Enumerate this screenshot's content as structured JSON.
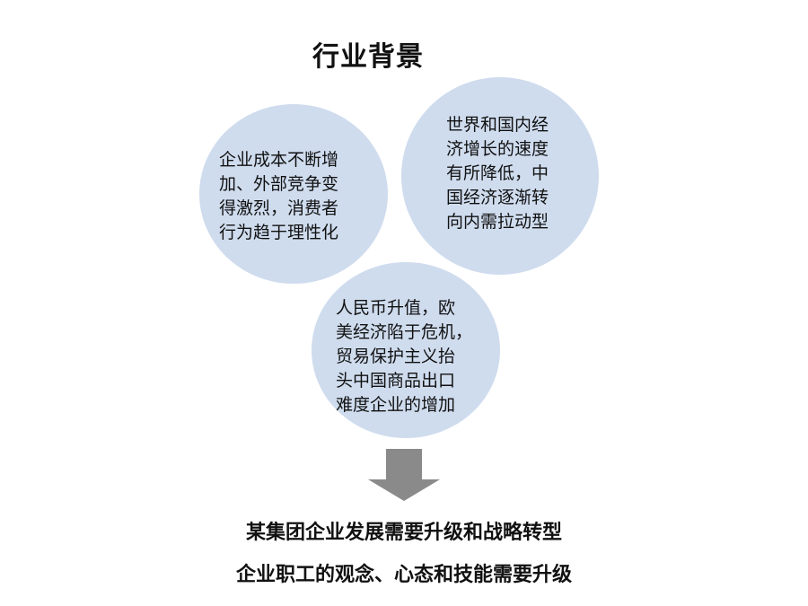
{
  "title": "行业背景",
  "circles": [
    {
      "text": "企业成本不断增\n加、外部竞争变\n得激烈，消费者\n行为趋于理性化"
    },
    {
      "text": "世界和国内经\n济增长的速度\n有所降低，中\n国经济逐渐转\n向内需拉动型"
    },
    {
      "text": "人民币升值，欧\n美经济陷于危机，\n贸易保护主义抬\n头中国商品出口\n难度企业的增加"
    }
  ],
  "conclusions": [
    "某集团企业发展需要升级和战略转型",
    "企业职工的观念、心态和技能需要升级"
  ],
  "colors": {
    "circle_fill": "#cfdcee",
    "arrow_fill": "#8a8a8a"
  }
}
